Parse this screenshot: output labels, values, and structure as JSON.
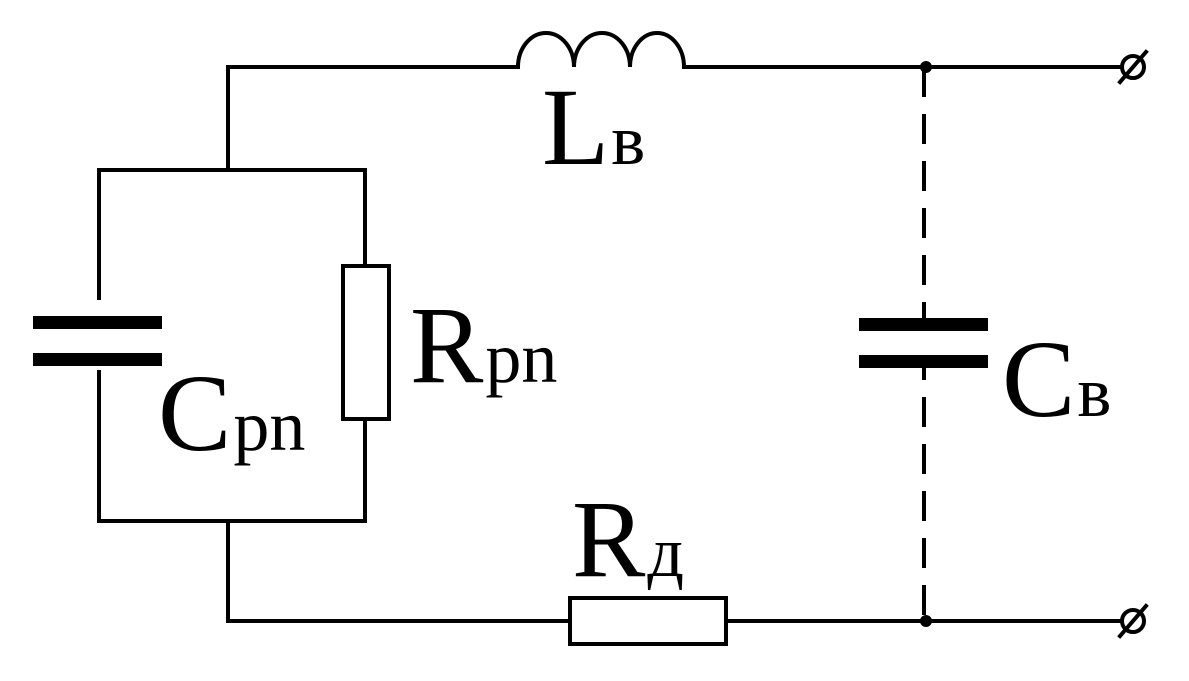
{
  "diagram": {
    "type": "circuit-schematic",
    "stroke_color": "#000000",
    "background_color": "#ffffff",
    "components": {
      "inductor": {
        "symbol": "L",
        "subscript": "в"
      },
      "capacitor_pn": {
        "symbol": "C",
        "subscript": "pn"
      },
      "resistor_pn": {
        "symbol": "R",
        "subscript": "pn"
      },
      "resistor_d": {
        "symbol": "R",
        "subscript": "д"
      },
      "capacitor_b": {
        "symbol": "C",
        "subscript": "в"
      }
    },
    "terminals": [
      "top-right-terminal",
      "bottom-right-terminal"
    ]
  }
}
